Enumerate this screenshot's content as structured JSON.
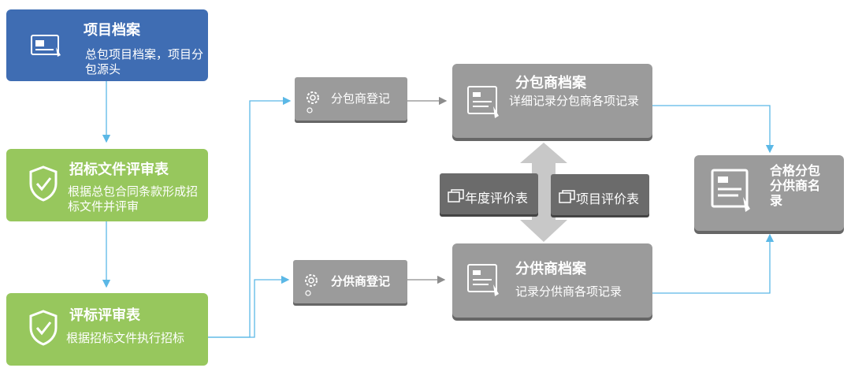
{
  "nodes": {
    "project_archive": {
      "title": "项目档案",
      "desc": "总包项目档案，项目分包源头",
      "icon": "card-hand-icon"
    },
    "bid_doc_review": {
      "title": "招标文件评审表",
      "desc": "根据总包合同条款形成招标文件并评审",
      "icon": "shield-check-icon"
    },
    "bid_eval": {
      "title": "评标评审表",
      "desc": "根据招标文件执行招标",
      "icon": "shield-check-icon"
    },
    "sub_register": {
      "label": "分包商登记",
      "icon": "gear-icon"
    },
    "supplier_register": {
      "label": "分供商登记",
      "icon": "gear-icon"
    },
    "sub_archive": {
      "title": "分包商档案",
      "desc": "详细记录分包商各项记录",
      "icon": "card-hand-icon"
    },
    "supplier_archive": {
      "title": "分供商档案",
      "desc": "记录分供商各项记录",
      "icon": "card-hand-icon"
    },
    "annual_eval": {
      "label": "年度评价表",
      "icon": "window-icon"
    },
    "project_eval": {
      "label": "项目评价表",
      "icon": "window-icon"
    },
    "qualified_list": {
      "title": "合格分包分供商名录",
      "icon": "card-hand-icon"
    }
  },
  "colors": {
    "blue": "#3f6db3",
    "green": "#97c75d",
    "gray": "#9b9b9b",
    "dark": "#6b6b6b",
    "line": "#5bb8e6"
  }
}
